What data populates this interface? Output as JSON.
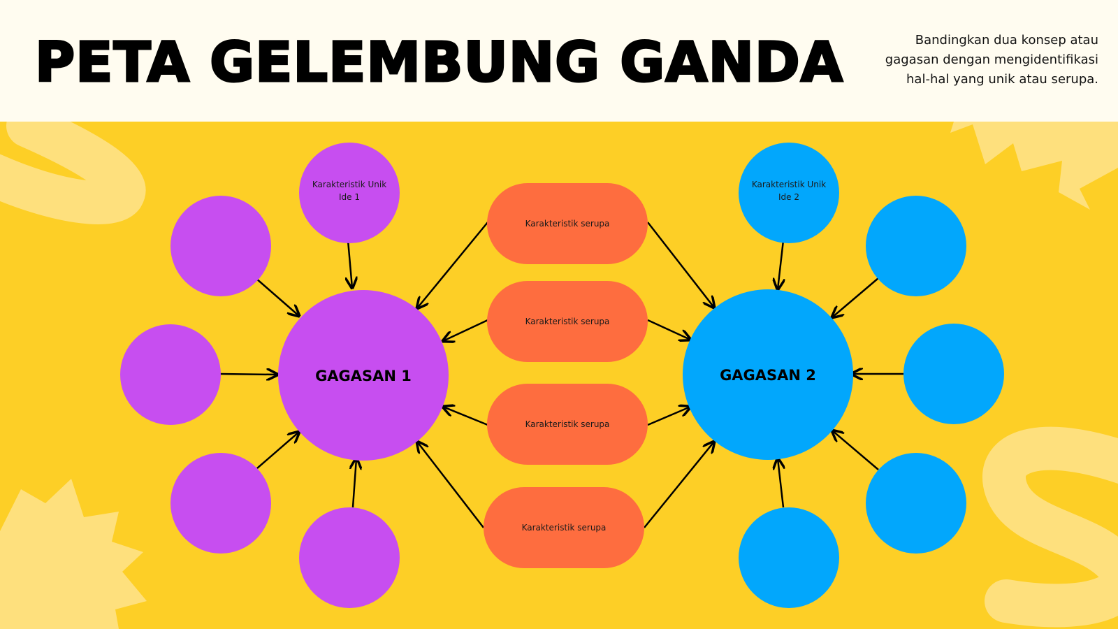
{
  "page": {
    "title": "PETA GELEMBUNG GANDA",
    "subtitle": "Bandingkan dua konsep atau gagasan dengan mengidentifikasi hal-hal yang unik atau serupa."
  },
  "colors": {
    "header_background": "#FFFCF0",
    "board_background": "#FDCF26",
    "decoration": "#FEE07D",
    "idea1": "#C74EF0",
    "idea2": "#02A7FC",
    "similar": "#FE6D3F",
    "arrow": "#000000"
  },
  "idea1": {
    "label": "GAGASAN 1",
    "unique_label": "Karakteristik Unik Ide 1"
  },
  "idea2": {
    "label": "GAGASAN 2",
    "unique_label": "Karakteristik Unik Ide 2"
  },
  "similar": [
    {
      "label": "Karakteristik serupa"
    },
    {
      "label": "Karakteristik serupa"
    },
    {
      "label": "Karakteristik serupa"
    },
    {
      "label": "Karakteristik serupa"
    }
  ]
}
